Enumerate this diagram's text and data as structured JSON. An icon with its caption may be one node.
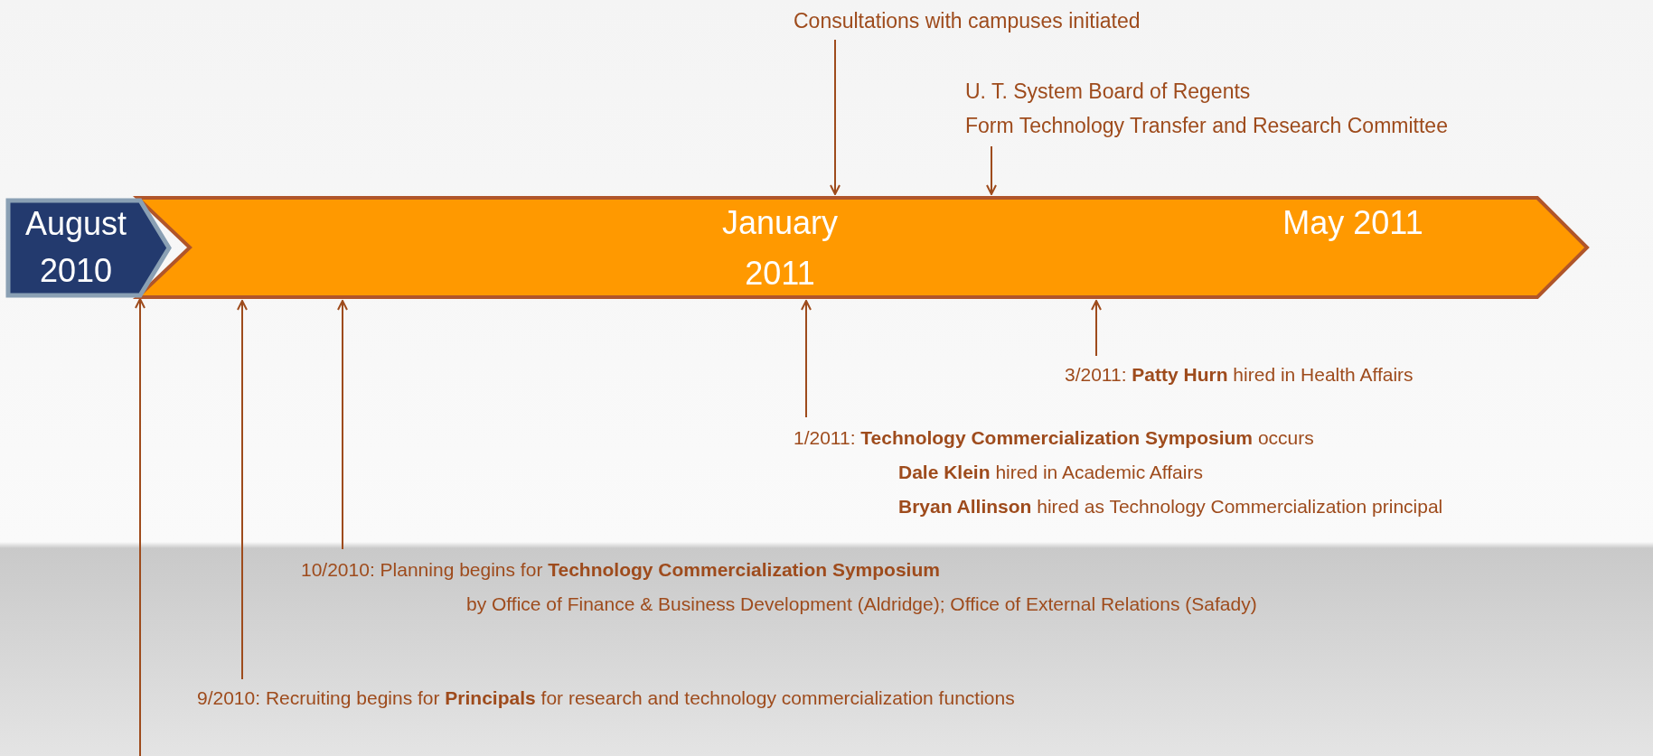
{
  "diagram": {
    "nodes": [
      {
        "text": [
          "August 2010"
        ]
      },
      {
        "text": [
          "January 2011",
          "May 2011"
        ]
      },
      {
        "text": [
          "Consultations with campuses initiated"
        ]
      },
      {
        "text": [
          "U. T. System Board of Regents",
          "Form Technology Transfer and Research Committee"
        ]
      },
      {
        "text": [
          "3/2011: **Patty Hurn** hired in Health Affairs"
        ]
      },
      {
        "text": [
          "1/2011: **Technology Commercialization Symposium** occurs",
          "**Dale Klein** hired in Academic Affairs",
          "**Bryan Allinson** hired as Technology Commercialization principal"
        ]
      },
      {
        "text": [
          "10/2010: Planning begins for **Technology Commercialization Symposium**",
          "by Office of Finance & Business Development (Aldridge); Office of External Relations (Safady)"
        ]
      },
      {
        "text": [
          "9/2010: Recruiting begins for **Principals** for research and technology commercialization functions"
        ]
      }
    ],
    "edges": [
      {
        "from": 2,
        "to": 1,
        "arrow": "to"
      },
      {
        "from": 3,
        "to": 1,
        "arrow": "to"
      },
      {
        "from": 5,
        "to": 1,
        "arrow": "to"
      },
      {
        "from": 4,
        "to": 1,
        "arrow": "to"
      },
      {
        "from": 6,
        "to": 1,
        "arrow": "to"
      },
      {
        "from": 7,
        "to": 1,
        "arrow": "to"
      },
      {
        "from": null,
        "to": 0,
        "arrow": "to"
      }
    ]
  }
}
